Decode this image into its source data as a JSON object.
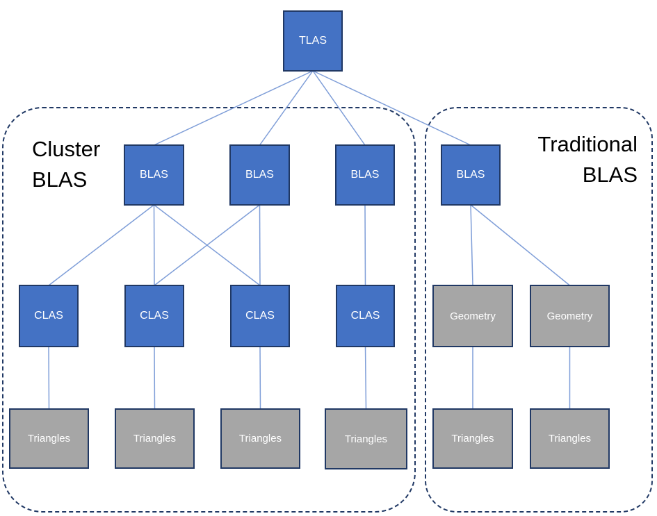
{
  "diagram": {
    "nodes": {
      "tlas": {
        "label": "TLAS",
        "type": "blue"
      },
      "blas1": {
        "label": "BLAS",
        "type": "blue"
      },
      "blas2": {
        "label": "BLAS",
        "type": "blue"
      },
      "blas3": {
        "label": "BLAS",
        "type": "blue"
      },
      "blas4": {
        "label": "BLAS",
        "type": "blue"
      },
      "clas1": {
        "label": "CLAS",
        "type": "blue"
      },
      "clas2": {
        "label": "CLAS",
        "type": "blue"
      },
      "clas3": {
        "label": "CLAS",
        "type": "blue"
      },
      "clas4": {
        "label": "CLAS",
        "type": "blue"
      },
      "geometry1": {
        "label": "Geometry",
        "type": "gray"
      },
      "geometry2": {
        "label": "Geometry",
        "type": "gray"
      },
      "triangles1": {
        "label": "Triangles",
        "type": "gray"
      },
      "triangles2": {
        "label": "Triangles",
        "type": "gray"
      },
      "triangles3": {
        "label": "Triangles",
        "type": "gray"
      },
      "triangles4": {
        "label": "Triangles",
        "type": "gray"
      },
      "triangles5": {
        "label": "Triangles",
        "type": "gray"
      },
      "triangles6": {
        "label": "Triangles",
        "type": "gray"
      }
    },
    "sections": [
      {
        "id": "cluster",
        "lines": [
          "Cluster",
          "BLAS"
        ]
      },
      {
        "id": "traditional",
        "lines": [
          "Traditional",
          "BLAS"
        ]
      }
    ],
    "edges": [
      [
        "tlas",
        "blas1"
      ],
      [
        "tlas",
        "blas2"
      ],
      [
        "tlas",
        "blas3"
      ],
      [
        "tlas",
        "blas4"
      ],
      [
        "blas1",
        "clas1"
      ],
      [
        "blas1",
        "clas2"
      ],
      [
        "blas1",
        "clas3"
      ],
      [
        "blas2",
        "clas2"
      ],
      [
        "blas2",
        "clas3"
      ],
      [
        "blas3",
        "clas4"
      ],
      [
        "blas4",
        "geometry1"
      ],
      [
        "blas4",
        "geometry2"
      ],
      [
        "clas1",
        "triangles1"
      ],
      [
        "clas2",
        "triangles2"
      ],
      [
        "clas3",
        "triangles3"
      ],
      [
        "clas4",
        "triangles4"
      ],
      [
        "geometry1",
        "triangles5"
      ],
      [
        "geometry2",
        "triangles6"
      ]
    ],
    "colors": {
      "canvas_bg": "#ffffff",
      "node_blue_fill": "#4472C4",
      "node_gray_fill": "#A6A6A6",
      "node_border": "#203864",
      "node_text": "#FFFFFF",
      "connector": "#7F9ED8",
      "section_border": "#203864",
      "section_text": "#000000"
    }
  }
}
